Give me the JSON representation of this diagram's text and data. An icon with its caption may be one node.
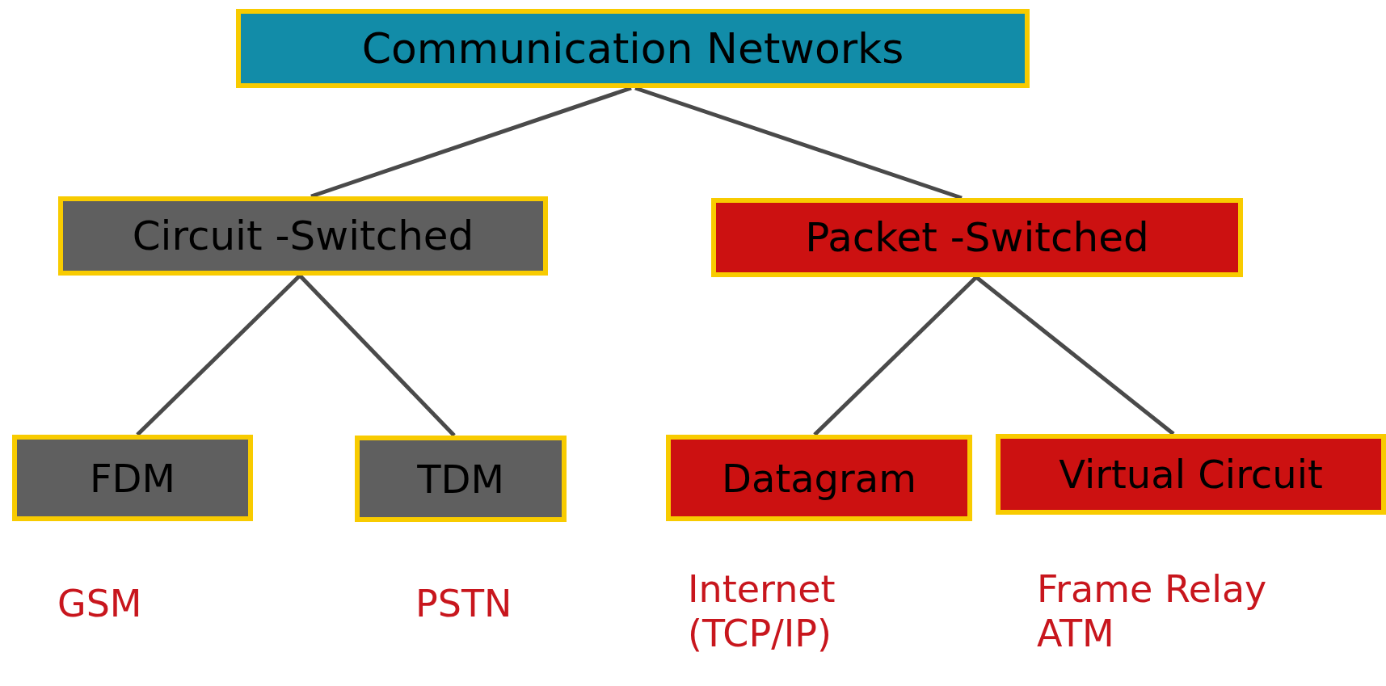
{
  "diagram": {
    "nodes": [
      {
        "text": [
          "Communication Networks"
        ]
      },
      {
        "text": [
          "Circuit -Switched"
        ]
      },
      {
        "text": [
          "Packet -Switched"
        ]
      },
      {
        "text": [
          "FDM"
        ],
        "beside": [
          "GSM"
        ]
      },
      {
        "text": [
          "TDM"
        ],
        "beside": [
          "PSTN"
        ]
      },
      {
        "text": [
          "Datagram"
        ],
        "beside": [
          "Internet (TCP/IP)"
        ]
      },
      {
        "text": [
          "Virtual Circuit"
        ],
        "beside": [
          "Frame Relay",
          "ATM"
        ]
      }
    ],
    "edges": [
      {
        "from": 0,
        "to": 1,
        "arrow": "none"
      },
      {
        "from": 0,
        "to": 2,
        "arrow": "none"
      },
      {
        "from": 1,
        "to": 3,
        "arrow": "none"
      },
      {
        "from": 1,
        "to": 4,
        "arrow": "none"
      },
      {
        "from": 2,
        "to": 5,
        "arrow": "none"
      },
      {
        "from": 2,
        "to": 6,
        "arrow": "none"
      }
    ]
  }
}
